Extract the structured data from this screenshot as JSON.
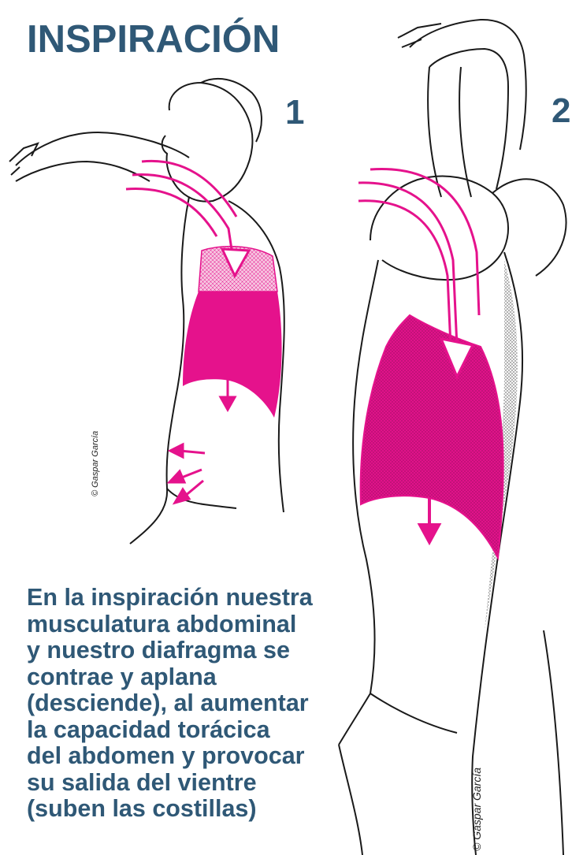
{
  "title": "INSPIRACIÓN",
  "figure_1": {
    "number": "1",
    "credit": "© Gaspar García"
  },
  "figure_2": {
    "number": "2",
    "credit": "© Gaspar García"
  },
  "caption": {
    "lines": [
      "En la inspiración nuestra",
      "musculatura abdominal",
      "y nuestro diafragma se",
      "contrae y aplana",
      "(desciende), al aumentar",
      "la capacidad torácica",
      "del abdomen y provocar",
      "su salida del vientre",
      "(suben las costillas)"
    ]
  },
  "colors": {
    "accent": "#e5128c",
    "text": "#2f5876",
    "line": "#1a1a1a"
  }
}
